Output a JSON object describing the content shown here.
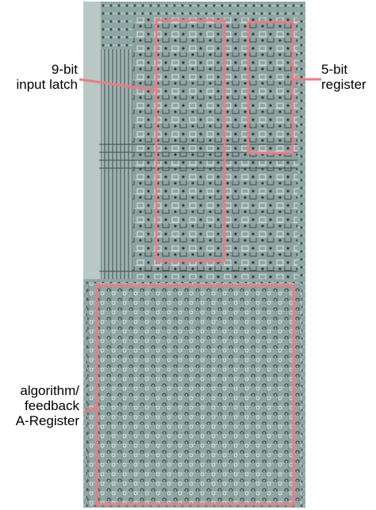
{
  "image": {
    "subject": "die photo",
    "colors": {
      "metal_background": "#8fa7a4",
      "wiring_light": "#c9d6d2",
      "wiring_dark": "#3e4d4c",
      "highlight": "#f07a84",
      "page_background": "#ffffff"
    }
  },
  "annotations": {
    "input_latch": {
      "line1": "9-bit",
      "line2": "input latch"
    },
    "register": {
      "line1": "5-bit",
      "line2": "register"
    },
    "a_register": {
      "line1": "algorithm/",
      "line2": "feedback",
      "line3": "A-Register"
    }
  }
}
